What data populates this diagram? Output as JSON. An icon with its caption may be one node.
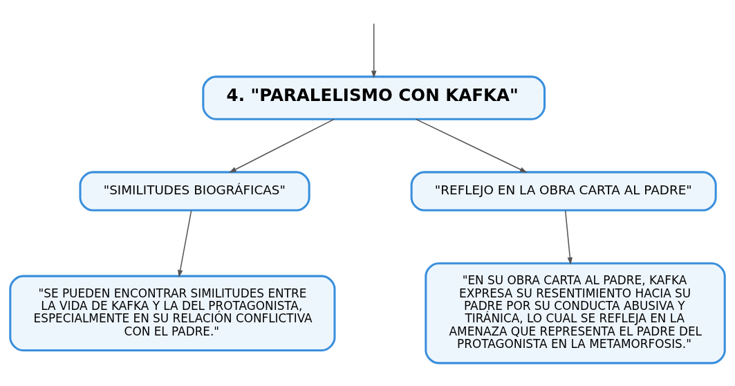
{
  "diagram": {
    "nodes": [
      {
        "text": [
          "4. \"PARALELISMO CON KAFKA\""
        ]
      },
      {
        "text": [
          "\"SIMILITUDES BIOGRÁFICAS\""
        ]
      },
      {
        "text": [
          "\"REFLEJO EN LA OBRA CARTA AL PADRE\""
        ]
      },
      {
        "text": [
          "\"SE PUEDEN ENCONTRAR SIMILITUDES ENTRE LA VIDA DE KAFKA Y LA DEL PROTAGONISTA, ESPECIALMENTE EN SU RELACIÓN CONFLICTIVA CON EL PADRE.\""
        ]
      },
      {
        "text": [
          "\"EN SU OBRA CARTA AL PADRE, KAFKA EXPRESA SU RESENTIMIENTO HACIA SU PADRE POR SU CONDUCTA ABUSIVA Y TIRÁNICA, LO CUAL SE REFLEJA EN LA AMENAZA QUE REPRESENTA EL PADRE DEL PROTAGONISTA EN LA METAMORFOSIS.\""
        ]
      }
    ],
    "edges": [
      {
        "from": null,
        "to": 0,
        "arrow": "to"
      },
      {
        "from": 0,
        "to": 1,
        "arrow": "to"
      },
      {
        "from": 0,
        "to": 2,
        "arrow": "to"
      },
      {
        "from": 1,
        "to": 3,
        "arrow": "to"
      },
      {
        "from": 2,
        "to": 4,
        "arrow": "to"
      }
    ]
  }
}
